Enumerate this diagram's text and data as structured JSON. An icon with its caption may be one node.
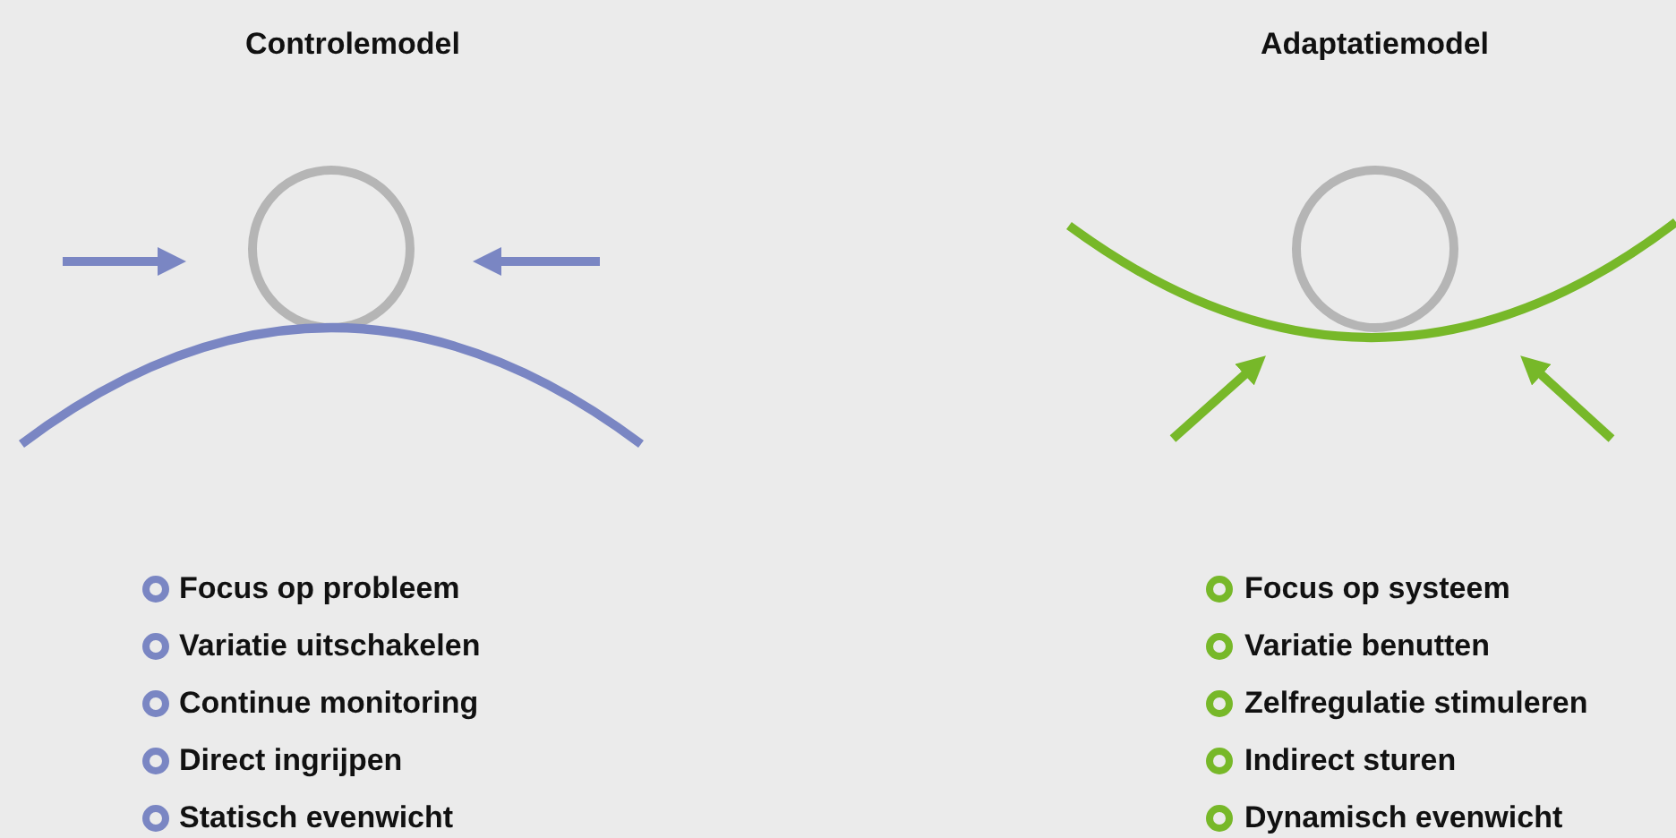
{
  "diagram": {
    "labels": [
      "Controlemodel",
      "Focus op probleem",
      "Variatie uitschakelen",
      "Continue monitoring",
      "Direct ingrijpen",
      "Statisch evenwicht",
      "Adaptatiemodel",
      "Focus op systeem",
      "Variatie benutten",
      "Zelfregulatie stimuleren",
      "Indirect sturen",
      "Dynamisch evenwicht"
    ]
  }
}
